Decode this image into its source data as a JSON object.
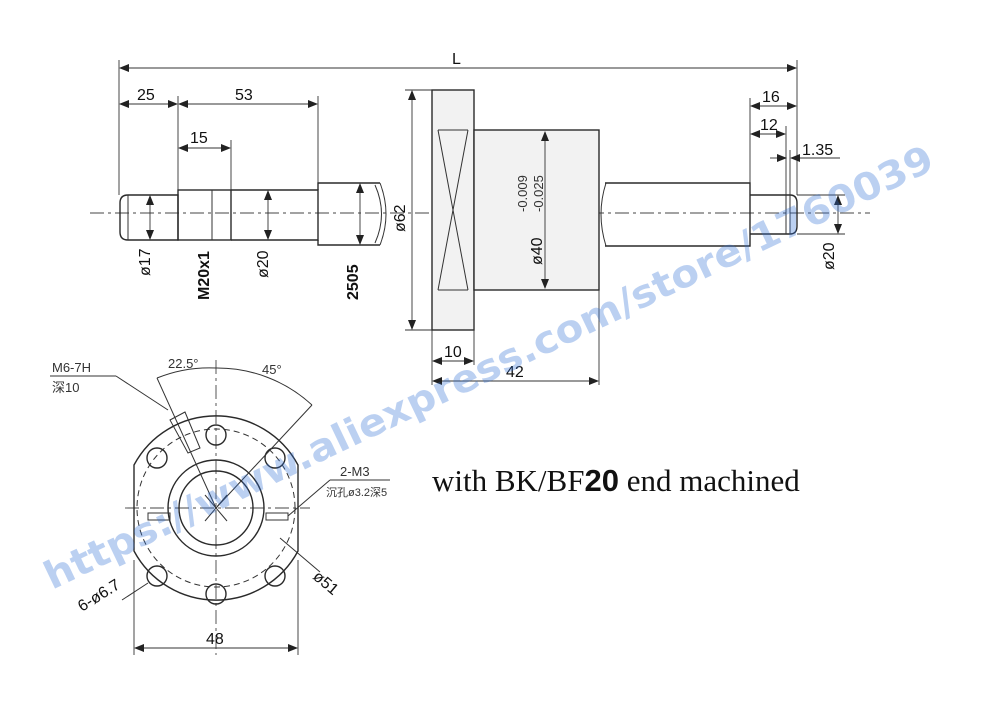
{
  "watermark": "https://www.aliexpress.com/store/1760039",
  "caption": {
    "prefix": "with BK/BF",
    "number": "20",
    "suffix": " end machined"
  },
  "dims": {
    "total_length": "L",
    "len_25": "25",
    "len_53": "53",
    "len_15": "15",
    "dia_17": "ø17",
    "thread": "M20x1",
    "dia_20_left": "ø20",
    "dia_2505": "2505",
    "flange_dia": "ø62",
    "nut_dia": "ø40",
    "tol_upper": "-0.009",
    "tol_lower": "-0.025",
    "flange_thk": "10",
    "nut_len": "42",
    "len_16": "16",
    "len_12": "12",
    "groove": "1.35",
    "dia_20_right": "ø20"
  },
  "front_view": {
    "tap_hole": "M6-7H",
    "tap_depth": "深10",
    "angle_1": "22.5°",
    "angle_2": "45°",
    "side_hole": "2-M3",
    "side_hole_note": "沉孔ø3.2深5",
    "pcd": "ø51",
    "holes": "6-ø6.7",
    "width": "48"
  },
  "colors": {
    "line": "#2a2a2a",
    "nut_fill": "#f2f2f2",
    "watermark": "#2f6fd6"
  }
}
